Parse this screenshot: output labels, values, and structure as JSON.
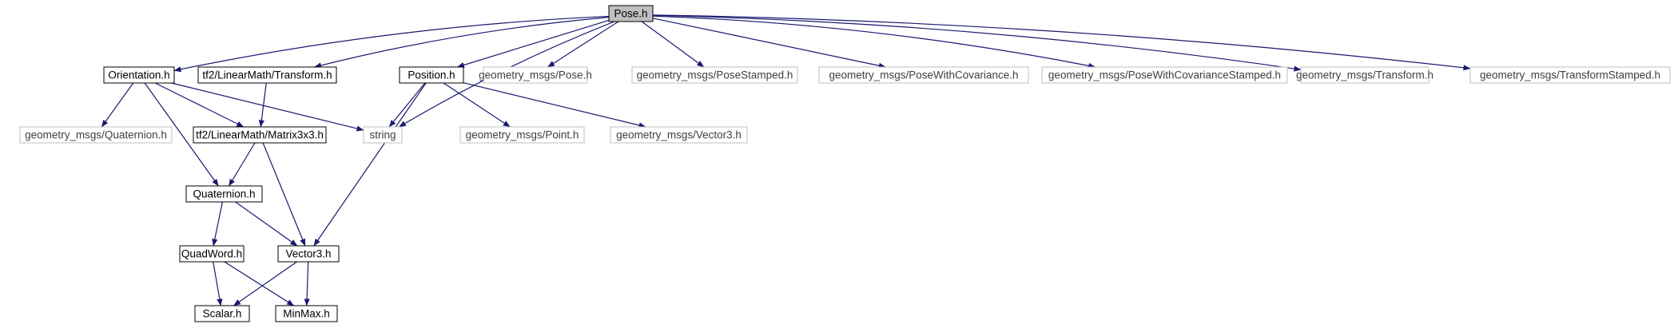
{
  "colors": {
    "edge": "#191970",
    "internal_border": "#000000",
    "external_border": "#bfbfbf",
    "root_fill": "#bfbfbf",
    "text_internal": "#000000",
    "text_external": "#404040"
  },
  "nodes": [
    {
      "id": "pose",
      "label": "Pose.h",
      "kind": "root"
    },
    {
      "id": "orientation",
      "label": "Orientation.h",
      "kind": "internal"
    },
    {
      "id": "tf2_transform",
      "label": "tf2/LinearMath/Transform.h",
      "kind": "internal"
    },
    {
      "id": "string",
      "label": "string",
      "kind": "external"
    },
    {
      "id": "position",
      "label": "Position.h",
      "kind": "internal"
    },
    {
      "id": "gm_pose",
      "label": "geometry_msgs/Pose.h",
      "kind": "external"
    },
    {
      "id": "gm_pose_stamped",
      "label": "geometry_msgs/PoseStamped.h",
      "kind": "external"
    },
    {
      "id": "gm_pose_cov",
      "label": "geometry_msgs/PoseWithCovariance.h",
      "kind": "external"
    },
    {
      "id": "gm_pose_cov_stamped",
      "label": "geometry_msgs/PoseWithCovarianceStamped.h",
      "kind": "external"
    },
    {
      "id": "gm_transform",
      "label": "geometry_msgs/Transform.h",
      "kind": "external"
    },
    {
      "id": "gm_transform_stamped",
      "label": "geometry_msgs/TransformStamped.h",
      "kind": "external"
    },
    {
      "id": "gm_quaternion",
      "label": "geometry_msgs/Quaternion.h",
      "kind": "external"
    },
    {
      "id": "matrix3x3",
      "label": "tf2/LinearMath/Matrix3x3.h",
      "kind": "internal"
    },
    {
      "id": "gm_point",
      "label": "geometry_msgs/Point.h",
      "kind": "external"
    },
    {
      "id": "gm_vector3",
      "label": "geometry_msgs/Vector3.h",
      "kind": "external"
    },
    {
      "id": "quaternion",
      "label": "Quaternion.h",
      "kind": "internal"
    },
    {
      "id": "quadword",
      "label": "QuadWord.h",
      "kind": "internal"
    },
    {
      "id": "vector3",
      "label": "Vector3.h",
      "kind": "internal"
    },
    {
      "id": "scalar",
      "label": "Scalar.h",
      "kind": "internal"
    },
    {
      "id": "minmax",
      "label": "MinMax.h",
      "kind": "internal"
    }
  ],
  "edges": [
    {
      "from": "pose",
      "to": "orientation"
    },
    {
      "from": "pose",
      "to": "tf2_transform"
    },
    {
      "from": "pose",
      "to": "string"
    },
    {
      "from": "pose",
      "to": "position"
    },
    {
      "from": "pose",
      "to": "gm_pose"
    },
    {
      "from": "pose",
      "to": "gm_pose_stamped"
    },
    {
      "from": "pose",
      "to": "gm_pose_cov"
    },
    {
      "from": "pose",
      "to": "gm_pose_cov_stamped"
    },
    {
      "from": "pose",
      "to": "gm_transform"
    },
    {
      "from": "pose",
      "to": "gm_transform_stamped"
    },
    {
      "from": "orientation",
      "to": "gm_quaternion"
    },
    {
      "from": "orientation",
      "to": "matrix3x3"
    },
    {
      "from": "orientation",
      "to": "string"
    },
    {
      "from": "orientation",
      "to": "quaternion"
    },
    {
      "from": "tf2_transform",
      "to": "matrix3x3"
    },
    {
      "from": "position",
      "to": "string"
    },
    {
      "from": "position",
      "to": "gm_point"
    },
    {
      "from": "position",
      "to": "gm_vector3"
    },
    {
      "from": "position",
      "to": "vector3"
    },
    {
      "from": "matrix3x3",
      "to": "quaternion"
    },
    {
      "from": "matrix3x3",
      "to": "vector3"
    },
    {
      "from": "quaternion",
      "to": "quadword"
    },
    {
      "from": "quaternion",
      "to": "vector3"
    },
    {
      "from": "quadword",
      "to": "scalar"
    },
    {
      "from": "quadword",
      "to": "minmax"
    },
    {
      "from": "vector3",
      "to": "scalar"
    },
    {
      "from": "vector3",
      "to": "minmax"
    }
  ]
}
